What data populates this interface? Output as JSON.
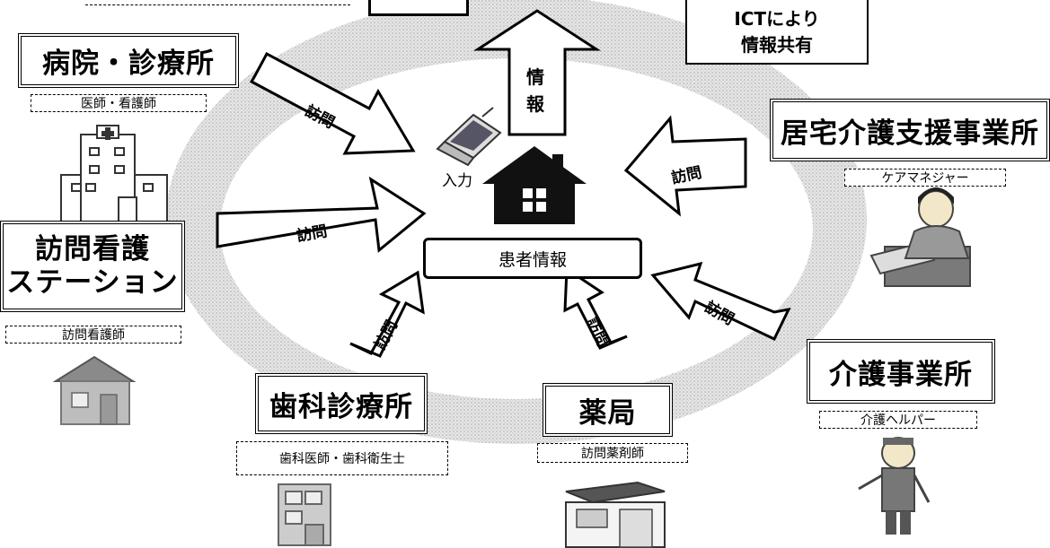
{
  "center": {
    "label": "患者情報",
    "input_label": "入力"
  },
  "ict_box": {
    "line1": "ICTにより",
    "line2": "情報共有"
  },
  "up_arrow_label": [
    "情",
    "報"
  ],
  "visit_label": "訪問",
  "facilities": {
    "hospital": {
      "name": "病院・診療所",
      "staff": "医師・看護師"
    },
    "nursing_station": {
      "name_line1": "訪問看護",
      "name_line2": "ステーション",
      "staff": "訪問看護師"
    },
    "care_support": {
      "name": "居宅介護支援事業所",
      "staff": "ケアマネジャー"
    },
    "care_office": {
      "name": "介護事業所",
      "staff": "介護ヘルパー"
    },
    "dental": {
      "name": "歯科診療所",
      "staff": "歯科医師・歯科衛生士"
    },
    "pharmacy": {
      "name": "薬局",
      "staff": "訪問薬剤師"
    }
  },
  "colors": {
    "stroke": "#000000",
    "ring": "#c8c8c8",
    "fill": "#ffffff"
  }
}
